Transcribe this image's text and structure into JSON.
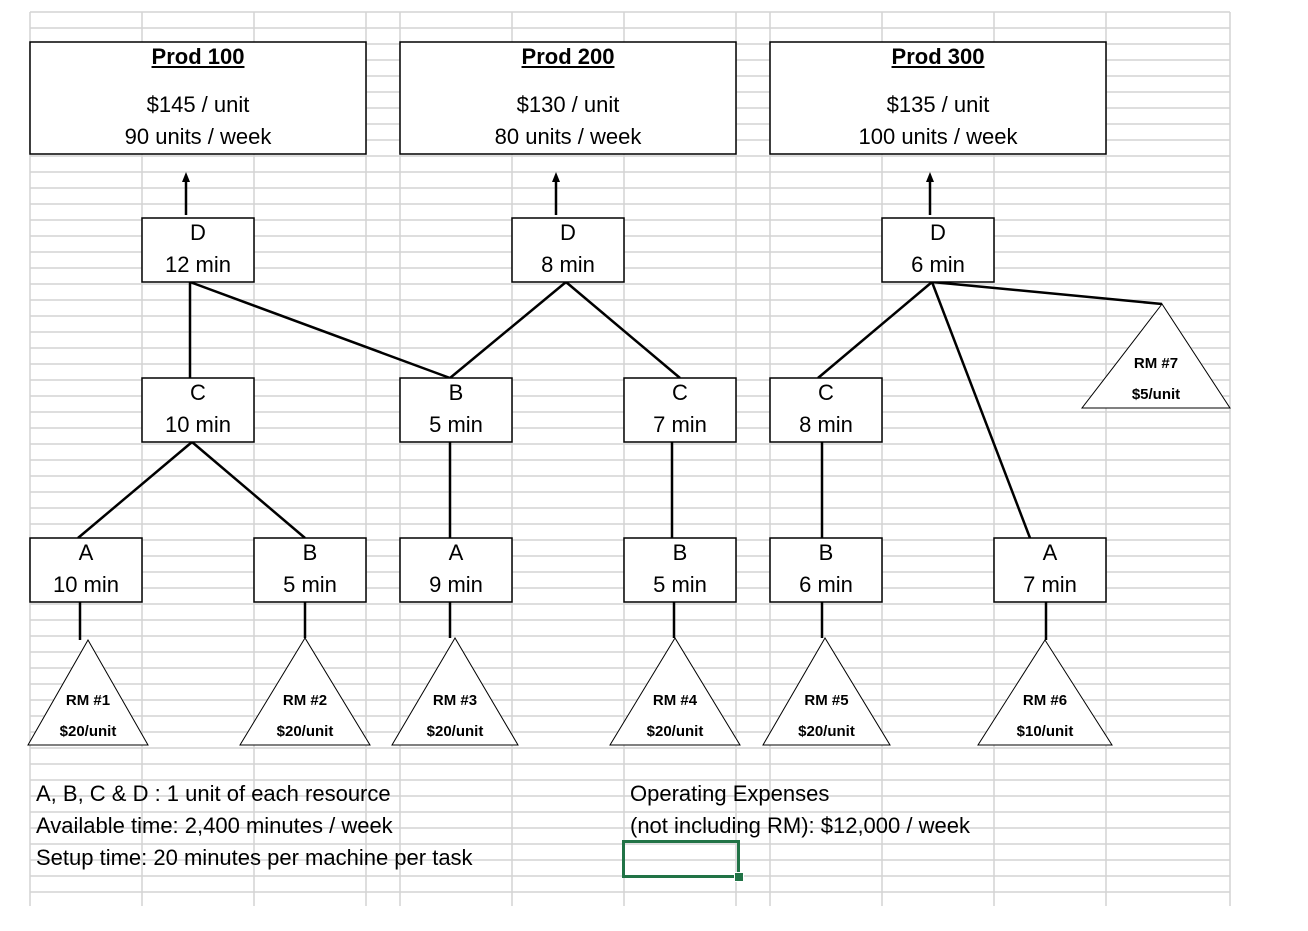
{
  "products": [
    {
      "title": "Prod 100",
      "price": "$145 / unit",
      "demand": "90 units / week"
    },
    {
      "title": "Prod 200",
      "price": "$130 / unit",
      "demand": "80 units / week"
    },
    {
      "title": "Prod 300",
      "price": "$135 / unit",
      "demand": "100 units / week"
    }
  ],
  "steps": [
    {
      "resource": "D",
      "time": "12 min"
    },
    {
      "resource": "D",
      "time": "8 min"
    },
    {
      "resource": "D",
      "time": "6 min"
    },
    {
      "resource": "C",
      "time": "10 min"
    },
    {
      "resource": "B",
      "time": "5 min"
    },
    {
      "resource": "C",
      "time": "7 min"
    },
    {
      "resource": "C",
      "time": "8 min"
    },
    {
      "resource": "A",
      "time": "10 min"
    },
    {
      "resource": "B",
      "time": "5 min"
    },
    {
      "resource": "A",
      "time": "9 min"
    },
    {
      "resource": "B",
      "time": "5 min"
    },
    {
      "resource": "B",
      "time": "6 min"
    },
    {
      "resource": "A",
      "time": "7 min"
    }
  ],
  "raw_materials": [
    {
      "name": "RM #1",
      "cost": "$20/unit"
    },
    {
      "name": "RM #2",
      "cost": "$20/unit"
    },
    {
      "name": "RM #3",
      "cost": "$20/unit"
    },
    {
      "name": "RM #4",
      "cost": "$20/unit"
    },
    {
      "name": "RM #5",
      "cost": "$20/unit"
    },
    {
      "name": "RM #6",
      "cost": "$10/unit"
    },
    {
      "name": "RM #7",
      "cost": "$5/unit"
    }
  ],
  "notes": {
    "resources": "A, B, C & D : 1 unit of each resource",
    "available": "Available time:  2,400 minutes / week",
    "setup": "Setup time: 20 minutes per machine per task",
    "opex_1": "Operating Expenses",
    "opex_2": "(not including RM): $12,000 / week"
  },
  "colors": {
    "grid": "#d4d4d4",
    "selection": "#217346"
  }
}
